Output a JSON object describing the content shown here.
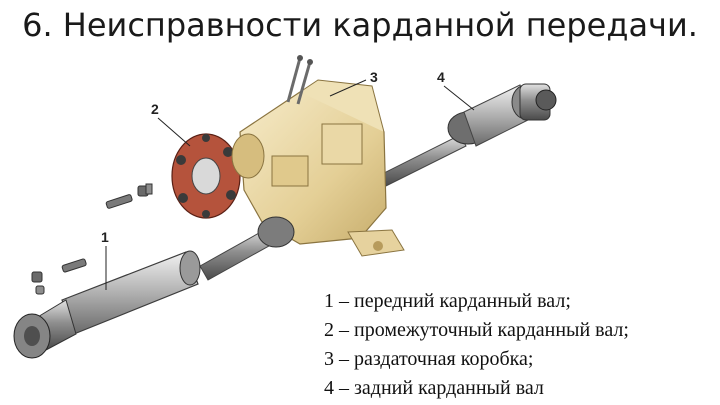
{
  "slide": {
    "title": "6. Неисправности карданной передачи."
  },
  "callouts": [
    "1",
    "2",
    "3",
    "4"
  ],
  "legend": {
    "items": [
      "1 – передний карданный вал;",
      "2 – промежуточный карданный вал;",
      "3 – раздаточная коробка;",
      "4 – задний карданный вал"
    ]
  },
  "colors": {
    "shaft_metal": "#9a9a9a",
    "transfer_case": "#e9d6a4",
    "flange": "#b5533c",
    "text": "#111111"
  }
}
